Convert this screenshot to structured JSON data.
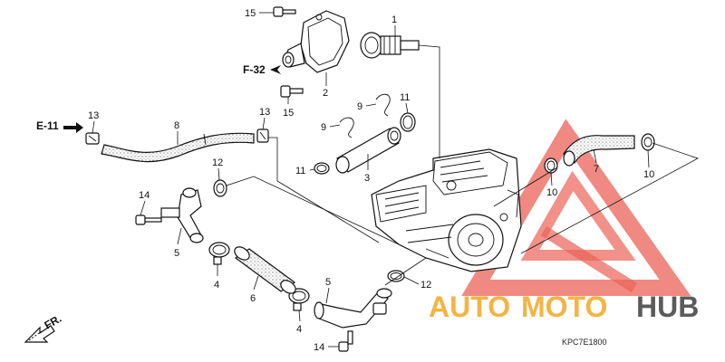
{
  "diagram_code": "KPC7E1800",
  "references": {
    "f32": "F-32",
    "e11": "E-11",
    "front": "FR."
  },
  "callouts": [
    {
      "id": "c15a",
      "text": "15"
    },
    {
      "id": "c1",
      "text": "1"
    },
    {
      "id": "c2",
      "text": "2"
    },
    {
      "id": "c15b",
      "text": "15"
    },
    {
      "id": "c9a",
      "text": "9"
    },
    {
      "id": "c11a",
      "text": "11"
    },
    {
      "id": "c9b",
      "text": "9"
    },
    {
      "id": "c13a",
      "text": "13"
    },
    {
      "id": "c8",
      "text": "8"
    },
    {
      "id": "c13b",
      "text": "13"
    },
    {
      "id": "c3",
      "text": "3"
    },
    {
      "id": "c11b",
      "text": "11"
    },
    {
      "id": "c12a",
      "text": "12"
    },
    {
      "id": "c14a",
      "text": "14"
    },
    {
      "id": "c5a",
      "text": "5"
    },
    {
      "id": "c4a",
      "text": "4"
    },
    {
      "id": "c6",
      "text": "6"
    },
    {
      "id": "c5b",
      "text": "5"
    },
    {
      "id": "c12b",
      "text": "12"
    },
    {
      "id": "c4b",
      "text": "4"
    },
    {
      "id": "c14b",
      "text": "14"
    },
    {
      "id": "c7",
      "text": "7"
    },
    {
      "id": "c10a",
      "text": "10"
    },
    {
      "id": "c10b",
      "text": "10"
    }
  ],
  "watermark": {
    "auto": "AUTO",
    "moto": "MOTO",
    "hub": "HUB",
    "color_orange": "#f5a623",
    "color_red": "#e8473a",
    "color_dark": "#4a4a4a"
  }
}
